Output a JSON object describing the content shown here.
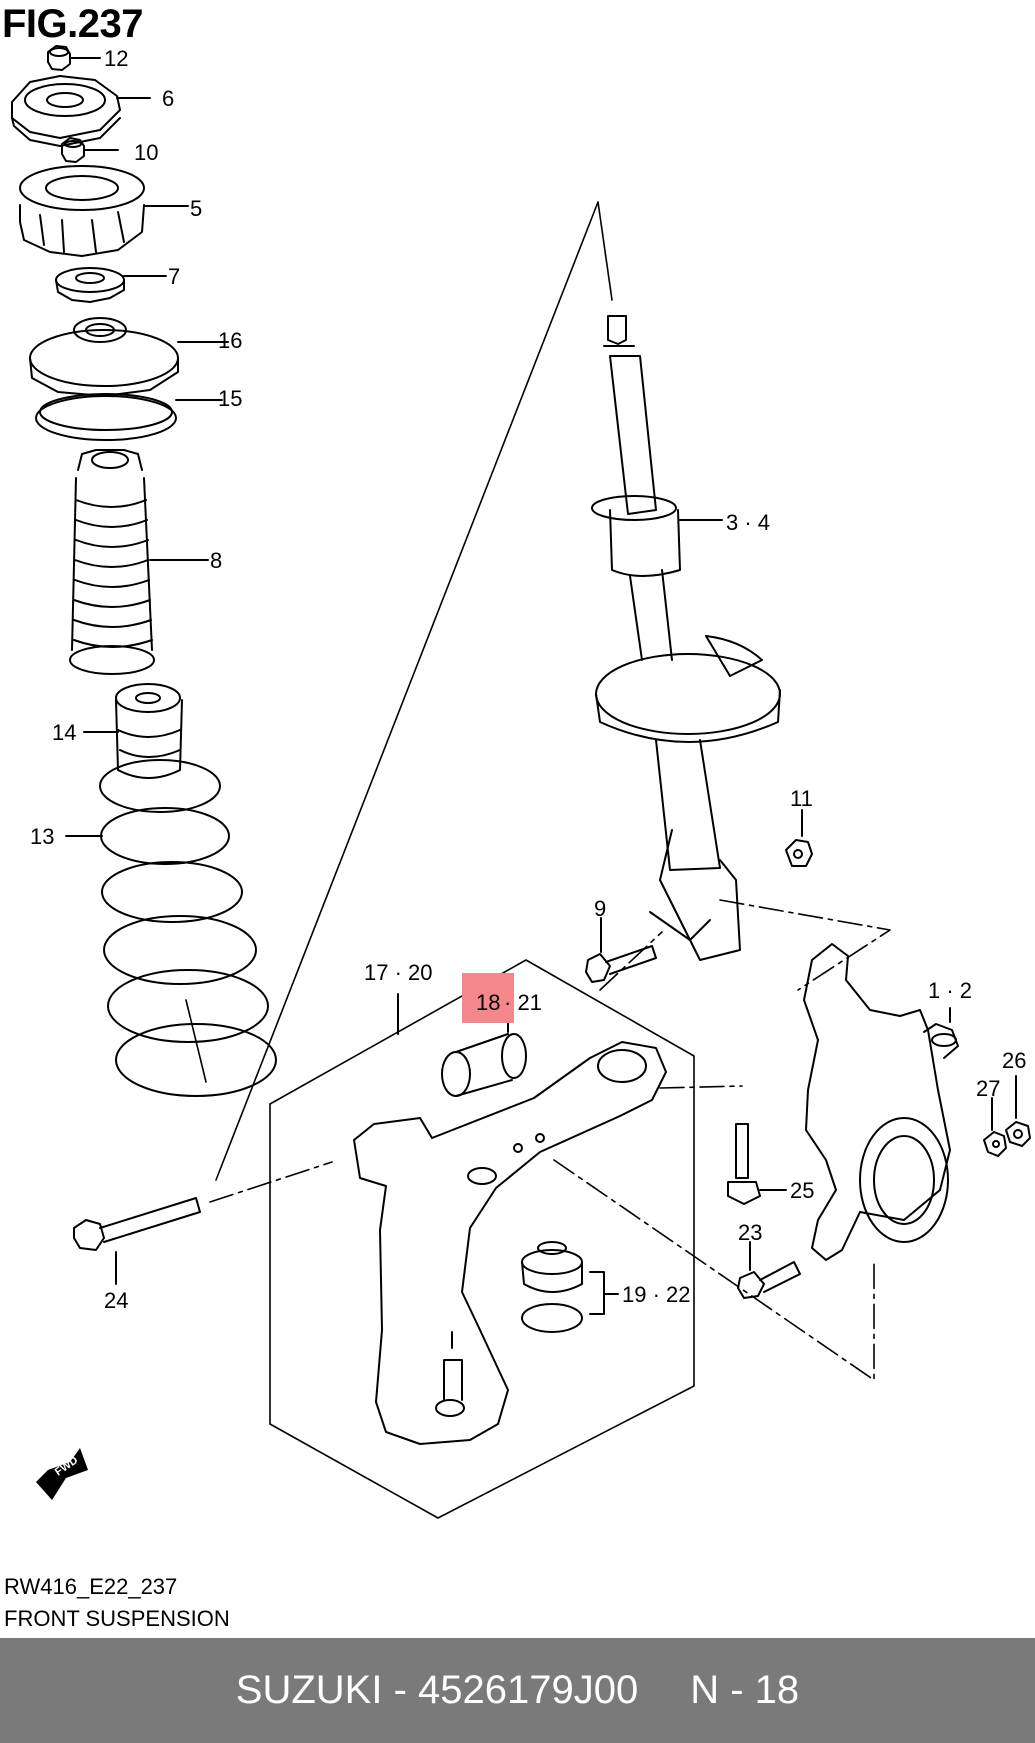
{
  "figure": {
    "title": "FIG.237"
  },
  "callouts": {
    "c12": "12",
    "c6": "6",
    "c10": "10",
    "c5": "5",
    "c7": "7",
    "c16": "16",
    "c15": "15",
    "c8": "8",
    "c14": "14",
    "c13": "13",
    "c34": "3 · 4",
    "c11": "11",
    "c9": "9",
    "c12b": "1 · 2",
    "c26": "26",
    "c27": "27",
    "c1720": "17 · 20",
    "c18": "18",
    "c21": "· 21",
    "c25": "25",
    "c23": "23",
    "c24": "24",
    "c1922": "19 · 22"
  },
  "fwd_label": "FWD",
  "diagram_code": "RW416_E22_237",
  "diagram_name": "FRONT SUSPENSION",
  "footer": {
    "brand_part": "SUZUKI - 4526179J00",
    "page": "N - 18"
  },
  "colors": {
    "highlight": "#f4878b",
    "footer_bg": "#7a7a7a",
    "footer_text": "#ffffff",
    "line": "#000000"
  }
}
